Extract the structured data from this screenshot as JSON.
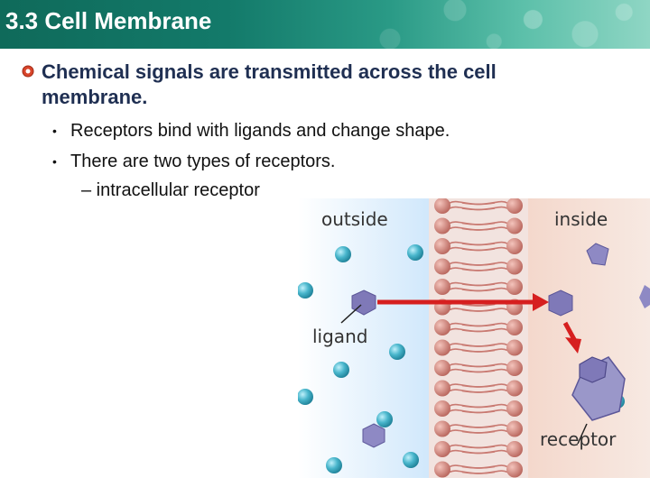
{
  "header": {
    "title": "3.3 Cell Membrane"
  },
  "main_bullet": {
    "text": "Chemical signals are transmitted across the cell membrane."
  },
  "sub_bullets": [
    {
      "text": "Receptors bind with ligands and change shape."
    },
    {
      "text": "There are two types of receptors."
    }
  ],
  "sub_sub_bullet": {
    "text": "– intracellular receptor"
  },
  "figure": {
    "labels": {
      "outside": "outside",
      "inside": "inside",
      "ligand": "ligand",
      "receptor": "receptor"
    },
    "colors": {
      "outside_bg": "#dcefff",
      "inside_bg": "#f2ddd2",
      "lipid": "#c97a72",
      "ligand": "#7f79b8",
      "receptor": "#9a97c9",
      "arrow": "#d61f1f",
      "ion": "#2f9fb8"
    }
  },
  "theme": {
    "header_bg": "#137a6a",
    "title_color": "#1f2f52",
    "marker_color": "#d9452b"
  }
}
